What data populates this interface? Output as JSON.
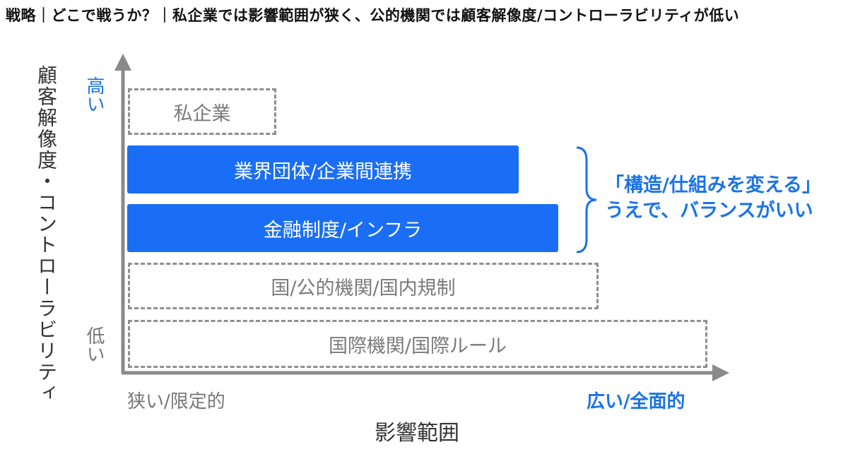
{
  "title": "戦略｜どこで戦うか？｜私企業では影響範囲が狭く、公的機関では顧客解像度/コントローラビリティが低い",
  "axes": {
    "y_label": "顧客解像度・コントローラビリティ",
    "y_high": "高い",
    "y_low": "低い",
    "x_label": "影響範囲",
    "x_low": "狭い/限定的",
    "x_high": "広い/全面的"
  },
  "bars": [
    {
      "label": "私企業",
      "style": "dashed"
    },
    {
      "label": "業界団体/企業間連携",
      "style": "solid"
    },
    {
      "label": "金融制度/インフラ",
      "style": "solid"
    },
    {
      "label": "国/公的機関/国内規制",
      "style": "dashed"
    },
    {
      "label": "国際機関/国際ルール",
      "style": "dashed"
    }
  ],
  "callout": {
    "line1": "「構造/仕組みを変える」",
    "line2": "うえで、バランスがいい"
  },
  "colors": {
    "accent": "#1a6ef5",
    "accent_text": "#1a73e8",
    "dashed_border": "#8f8f8f",
    "muted_text": "#777777",
    "axis": "#8a8a8a"
  }
}
